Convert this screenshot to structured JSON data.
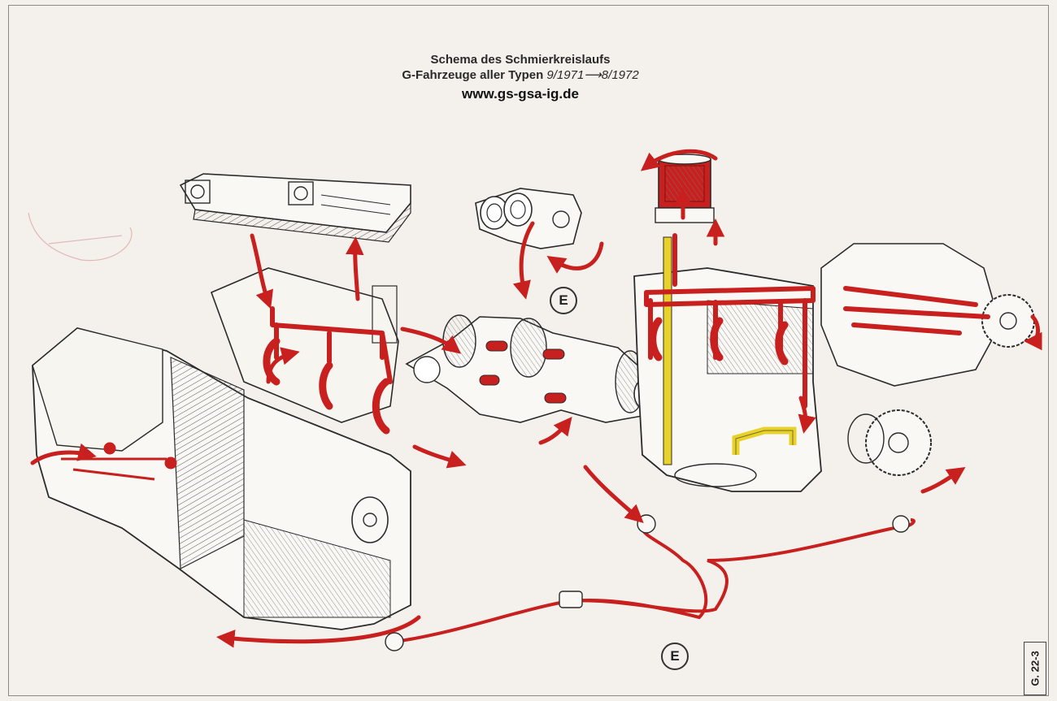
{
  "header": {
    "title": "Schema des Schmierkreislaufs",
    "subtitle_bold": "G-Fahrzeuge aller Typen",
    "subtitle_range": "9/1971⟶8/1972",
    "url": "www.gs-gsa-ig.de"
  },
  "labels": {
    "e_top": "E",
    "e_bottom": "E",
    "page_id": "G. 22-3"
  },
  "colors": {
    "oil_red": "#c8201e",
    "pump_yellow": "#e8d22a",
    "ink": "#2b2b2b",
    "paper": "#f4f1ec"
  },
  "icons": [
    "oil-flow-arrow",
    "engine-block-drawing",
    "oil-filter",
    "oil-cooler",
    "crankshaft",
    "camshaft-gear",
    "oil-pipe"
  ]
}
